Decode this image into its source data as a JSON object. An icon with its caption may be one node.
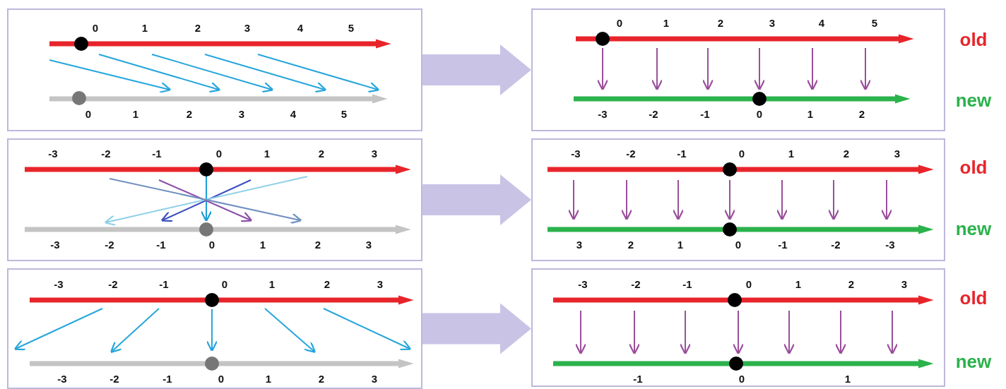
{
  "diagram": {
    "nodes": [
      {
        "text": [
          "0",
          "1",
          "2",
          "3",
          "4",
          "5",
          "0",
          "1",
          "2",
          "3",
          "4",
          "5"
        ]
      },
      {
        "text": [
          "0",
          "1",
          "2",
          "3",
          "4",
          "5",
          "-3",
          "-2",
          "-1",
          "0",
          "1",
          "2"
        ],
        "beside": [
          "old",
          "new"
        ]
      },
      {
        "text": [
          "-3",
          "-2",
          "-1",
          "0",
          "1",
          "2",
          "3",
          "-3",
          "-2",
          "-1",
          "0",
          "1",
          "2",
          "3"
        ]
      },
      {
        "text": [
          "-3",
          "-2",
          "-1",
          "0",
          "1",
          "2",
          "3",
          "3",
          "2",
          "1",
          "0",
          "-1",
          "-2",
          "-3"
        ],
        "beside": [
          "old",
          "new"
        ]
      },
      {
        "text": [
          "-3",
          "-2",
          "-1",
          "0",
          "1",
          "2",
          "3",
          "-3",
          "-2",
          "-1",
          "0",
          "1",
          "2",
          "3"
        ]
      },
      {
        "text": [
          "-3",
          "-2",
          "-1",
          "0",
          "1",
          "2",
          "3",
          "-1",
          "0",
          "1"
        ],
        "beside": [
          "old",
          "new"
        ]
      }
    ],
    "edges": [
      {
        "from": 0,
        "to": 1,
        "arrow": "to"
      },
      {
        "from": 2,
        "to": 3,
        "arrow": "to"
      },
      {
        "from": 4,
        "to": 5,
        "arrow": "to"
      }
    ]
  }
}
